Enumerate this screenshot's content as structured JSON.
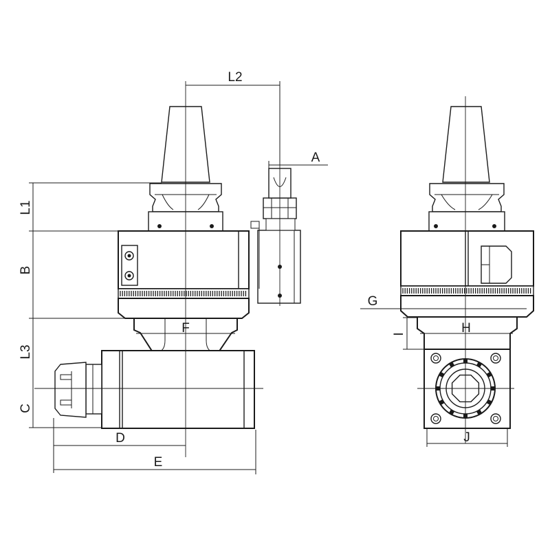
{
  "dimension_labels": {
    "L1": "L1",
    "L2": "L2",
    "L3": "L3",
    "A": "A",
    "B": "B",
    "C": "C",
    "D": "D",
    "E": "E",
    "F": "F",
    "G": "G",
    "H": "H",
    "I": "I",
    "J": "J"
  },
  "colors": {
    "line": "#1a1a1a",
    "background": "#ffffff"
  }
}
